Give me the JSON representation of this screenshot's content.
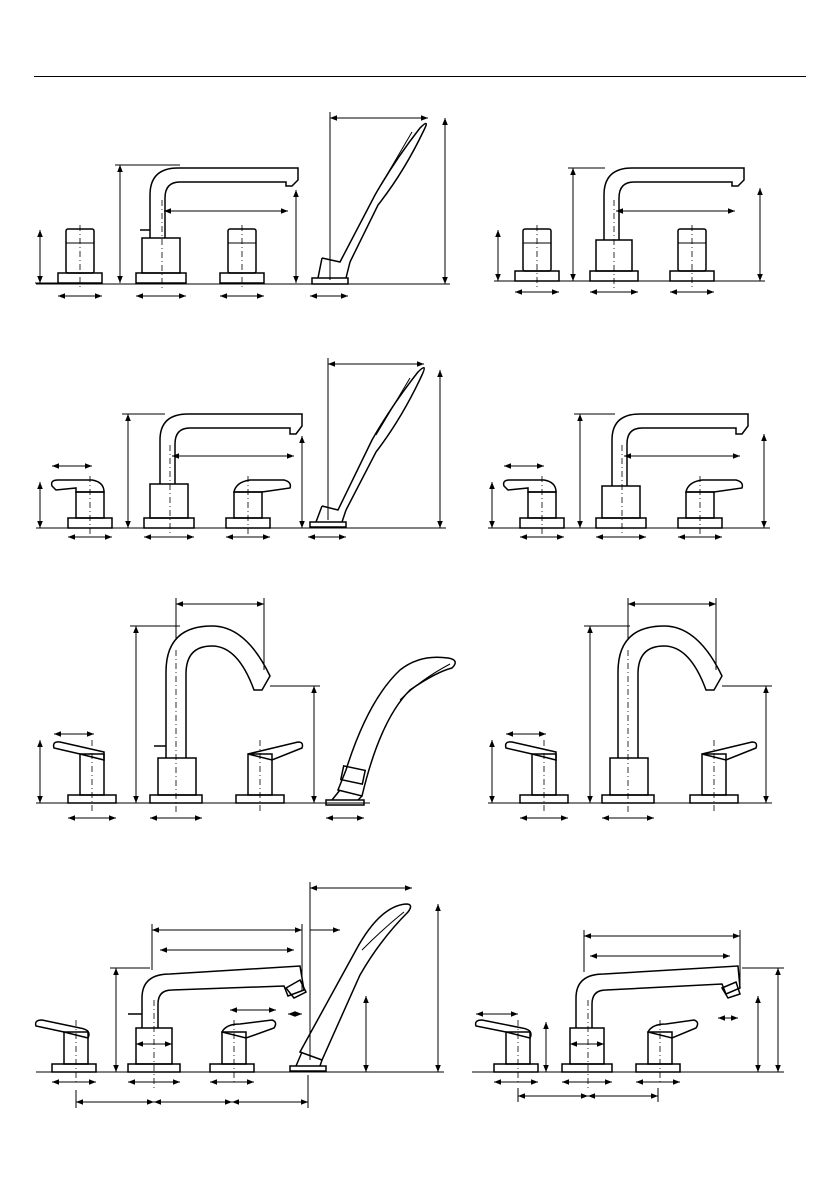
{
  "page": {
    "background": "#ffffff",
    "ink": "#000000"
  },
  "diagrams": [
    {
      "id": "fig-1",
      "kind": "four-hole tub filler, cylinder handles, with hand shower"
    },
    {
      "id": "fig-2",
      "kind": "three-hole tub filler, cylinder handles"
    },
    {
      "id": "fig-3",
      "kind": "four-hole tub filler, lever handles, with hand shower"
    },
    {
      "id": "fig-4",
      "kind": "three-hole tub filler, lever handles"
    },
    {
      "id": "fig-5",
      "kind": "four-hole tub filler, gooseneck spout, with hand shower"
    },
    {
      "id": "fig-6",
      "kind": "three-hole tub filler, gooseneck spout"
    },
    {
      "id": "fig-7",
      "kind": "four-hole tub filler, low spout with diverter, with hand shower"
    },
    {
      "id": "fig-8",
      "kind": "three-hole tub filler, low spout with diverter"
    }
  ]
}
